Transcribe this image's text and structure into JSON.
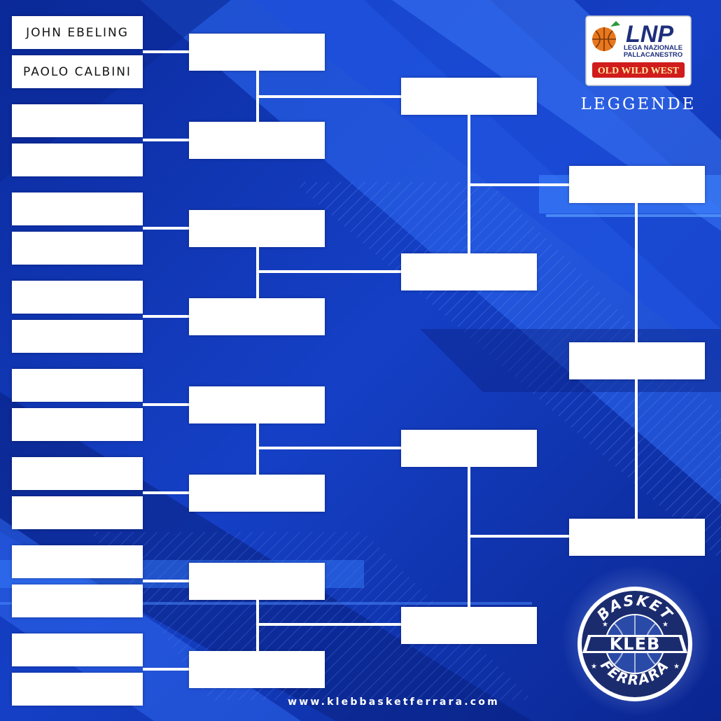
{
  "bracket": {
    "round1": [
      {
        "player": "JOHN EBELING"
      },
      {
        "player": "PAOLO CALBINI"
      },
      {
        "player": ""
      },
      {
        "player": ""
      },
      {
        "player": ""
      },
      {
        "player": ""
      },
      {
        "player": ""
      },
      {
        "player": ""
      },
      {
        "player": ""
      },
      {
        "player": ""
      },
      {
        "player": ""
      },
      {
        "player": ""
      },
      {
        "player": ""
      },
      {
        "player": ""
      },
      {
        "player": ""
      },
      {
        "player": ""
      }
    ],
    "round2": [
      {
        "player": ""
      },
      {
        "player": ""
      },
      {
        "player": ""
      },
      {
        "player": ""
      },
      {
        "player": ""
      },
      {
        "player": ""
      },
      {
        "player": ""
      },
      {
        "player": ""
      }
    ],
    "round3": [
      {
        "player": ""
      },
      {
        "player": ""
      },
      {
        "player": ""
      },
      {
        "player": ""
      }
    ],
    "round4": [
      {
        "player": ""
      },
      {
        "player": ""
      },
      {
        "player": ""
      },
      {
        "player": ""
      }
    ]
  },
  "lnp_logo": {
    "brand": "LNP",
    "line1": "LEGA NAZIONALE",
    "line2": "PALLACANESTRO",
    "sponsor": "OLD WILD WEST",
    "colors": {
      "navy": "#1d2f7c",
      "red": "#d01c1c",
      "green": "#2b9a3a",
      "orange": "#e8781e"
    }
  },
  "leggende_label": "LEGGENDE",
  "kleb_logo": {
    "top_text": "BASKET",
    "center_text": "KLEB",
    "bottom_text": "FERRARA",
    "colors": {
      "navy": "#1b2c6e",
      "white": "#ffffff"
    }
  },
  "website": "www.klebbasketferrara.com",
  "colors": {
    "background": "#1338b8",
    "accent_light": "#2f6ef5",
    "accent_dark": "#0a1f7a",
    "box": "#ffffff"
  }
}
